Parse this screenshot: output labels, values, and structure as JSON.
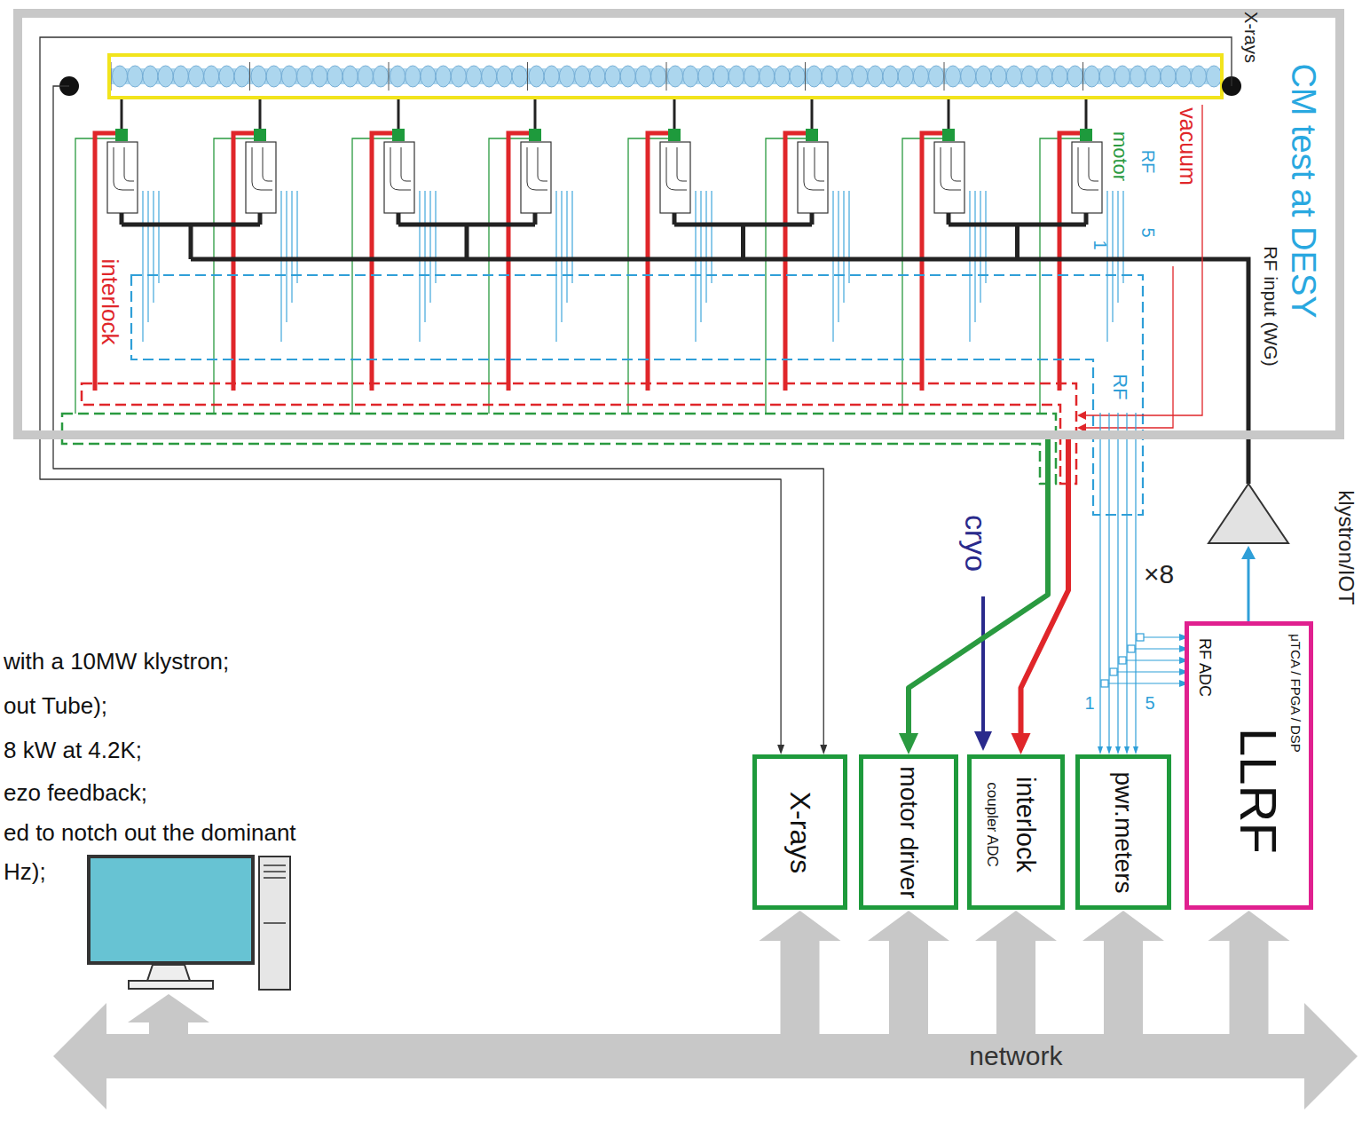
{
  "diagram": {
    "nodes": [
      {
        "text": [
          "CM test at DESY"
        ]
      },
      {
        "text": [
          "X-rays"
        ]
      },
      {
        "text": [
          "motor driver"
        ]
      },
      {
        "text": [
          "interlock",
          "coupler ADC"
        ]
      },
      {
        "text": [
          "pwr.meters"
        ]
      },
      {
        "text": [
          "LLRF",
          "μTCA / FPGA / DSP",
          "RF ADC"
        ]
      },
      {
        "text": [
          "network"
        ]
      }
    ],
    "edges": [
      {
        "from": 0,
        "to": 1,
        "arrow": "to"
      },
      {
        "from": 0,
        "to": 2,
        "arrow": "to"
      },
      {
        "from": 0,
        "to": 3,
        "arrow": "to"
      },
      {
        "from": 0,
        "to": 4,
        "arrow": "to"
      },
      {
        "from": 6,
        "to": 1,
        "arrow": "to"
      },
      {
        "from": 6,
        "to": 2,
        "arrow": "to"
      },
      {
        "from": 6,
        "to": 3,
        "arrow": "to"
      },
      {
        "from": 6,
        "to": 4,
        "arrow": "to"
      },
      {
        "from": 6,
        "to": 5,
        "arrow": "to"
      }
    ],
    "labels": [
      "X-rays",
      "vacuum",
      "motor",
      "RF",
      "5",
      "1",
      "RF input (WG)",
      "interlock",
      "RF",
      "klystron/IOT",
      "cryo",
      "×8",
      "1",
      "5",
      "with a 10MW klystron;",
      "out Tube);",
      "8 kW at 4.2K;",
      "ezo feedback;",
      "ed to notch out the dominant",
      "Hz);"
    ]
  }
}
